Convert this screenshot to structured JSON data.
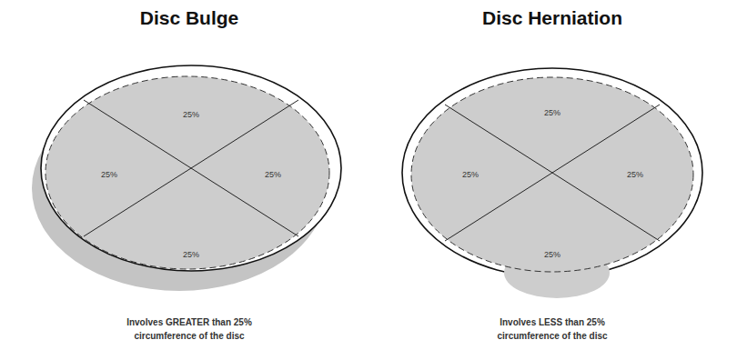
{
  "diagram": {
    "labels": [
      "Disc Bulge",
      "Disc Herniation",
      "25%",
      "25%",
      "25%",
      "25%",
      "25%",
      "25%",
      "25%",
      "25%",
      "Involves GREATER than 25% circumference of the disc",
      "Involves LESS than 25% circumference of the disc"
    ]
  }
}
